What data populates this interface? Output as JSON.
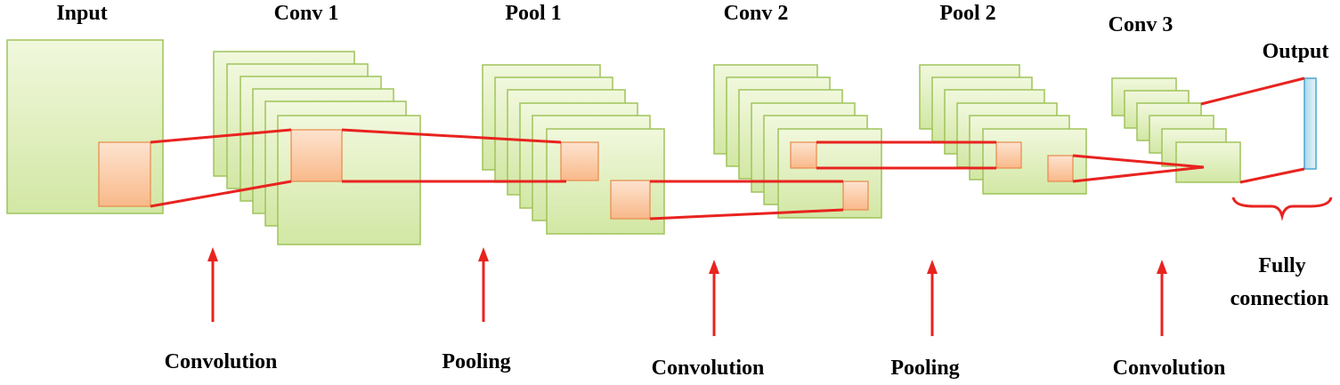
{
  "layers": [
    {
      "id": "input",
      "label": "Input"
    },
    {
      "id": "conv1",
      "label": "Conv 1"
    },
    {
      "id": "pool1",
      "label": "Pool 1"
    },
    {
      "id": "conv2",
      "label": "Conv 2"
    },
    {
      "id": "pool2",
      "label": "Pool 2"
    },
    {
      "id": "conv3",
      "label": "Conv 3"
    },
    {
      "id": "output",
      "label": "Output"
    }
  ],
  "operations": [
    {
      "label": "Convolution"
    },
    {
      "label": "Pooling"
    },
    {
      "label": "Convolution"
    },
    {
      "label": "Pooling"
    },
    {
      "label": "Convolution"
    }
  ],
  "fully_connection": {
    "line1": "Fully",
    "line2": "connection"
  },
  "colors": {
    "feature_map_fill": "#dcedb6",
    "feature_map_border": "#9fc45a",
    "patch_fill": "#fbc9a4",
    "patch_border": "#e8894a",
    "connector": "#e8231f",
    "output_fill": "#bfe3f0"
  }
}
